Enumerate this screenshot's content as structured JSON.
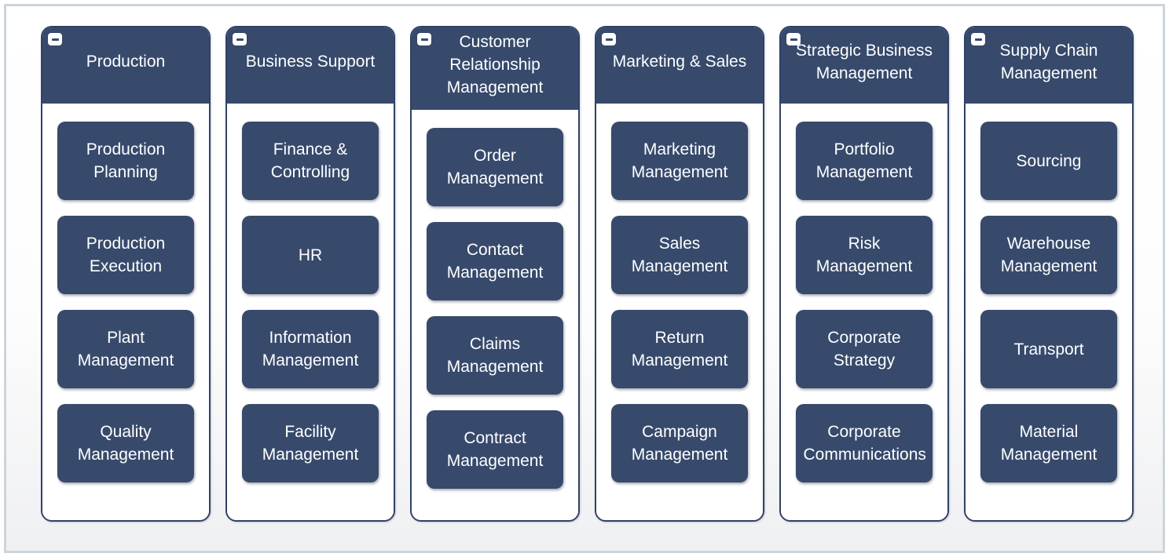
{
  "colors": {
    "node_fill": "#374a6c",
    "node_text": "#ffffff",
    "column_border": "#2f4266",
    "column_body": "#ffffff",
    "frame_border": "#ccd4dc",
    "canvas_background": "#ffffff"
  },
  "icons": {
    "collapse": "minus-icon"
  },
  "groups": [
    {
      "label": "Production",
      "children": [
        "Production Planning",
        "Production Execution",
        "Plant Management",
        "Quality Management"
      ]
    },
    {
      "label": "Business Support",
      "children": [
        "Finance & Controlling",
        "HR",
        "Information Management",
        "Facility Management"
      ]
    },
    {
      "label": "Customer Relationship Management",
      "children": [
        "Order Management",
        "Contact Management",
        "Claims Management",
        "Contract Management"
      ]
    },
    {
      "label": "Marketing & Sales",
      "children": [
        "Marketing Management",
        "Sales Management",
        "Return Management",
        "Campaign Management"
      ]
    },
    {
      "label": "Strategic Business Management",
      "children": [
        "Portfolio Management",
        "Risk Management",
        "Corporate Strategy",
        "Corporate Communications"
      ]
    },
    {
      "label": "Supply Chain Management",
      "children": [
        "Sourcing",
        "Warehouse Management",
        "Transport",
        "Material Management"
      ]
    }
  ]
}
